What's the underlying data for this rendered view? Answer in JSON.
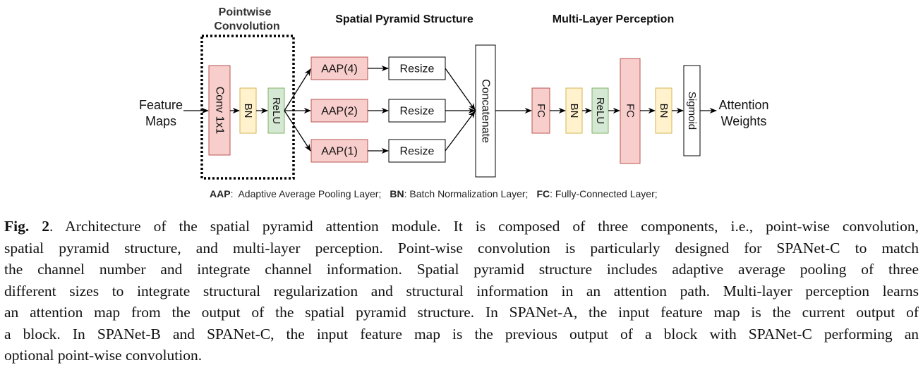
{
  "diagram": {
    "section_titles": {
      "pointwise_line1": "Pointwise",
      "pointwise_line2": "Convolution",
      "spatial_pyramid": "Spatial Pyramid Structure",
      "mlp": "Multi-Layer Perception"
    },
    "input_label": [
      "Feature",
      "Maps"
    ],
    "output_label": [
      "Attention",
      "Weights"
    ],
    "pointwise_blocks": [
      {
        "label": "Conv 1x1",
        "type": "conv"
      },
      {
        "label": "BN",
        "type": "bn"
      },
      {
        "label": "ReLU",
        "type": "relu"
      }
    ],
    "pyramid_branches": [
      {
        "pool": "AAP(4)",
        "resize": "Resize"
      },
      {
        "pool": "AAP(2)",
        "resize": "Resize"
      },
      {
        "pool": "AAP(1)",
        "resize": "Resize"
      }
    ],
    "concatenate": "Concatenate",
    "mlp_blocks": [
      {
        "label": "FC",
        "type": "fc"
      },
      {
        "label": "BN",
        "type": "bn"
      },
      {
        "label": "ReLU",
        "type": "relu"
      },
      {
        "label": "FC",
        "type": "fc"
      },
      {
        "label": "BN",
        "type": "bn"
      },
      {
        "label": "Sigmoid",
        "type": "sigmoid"
      }
    ],
    "legend": [
      {
        "abbr": "AAP",
        "sep": ":  ",
        "text": "Adaptive Average Pooling Layer;"
      },
      {
        "abbr": "BN",
        "sep": ": ",
        "text": "Batch Normalization Layer;"
      },
      {
        "abbr": "FC",
        "sep": ": ",
        "text": "Fully-Connected Layer;"
      }
    ],
    "colors": {
      "red_fill": "#f8cecc",
      "red_stroke": "#b85450",
      "yellow_fill": "#fff2cc",
      "yellow_stroke": "#d6b656",
      "green_fill": "#d5e8d4",
      "green_stroke": "#82b366",
      "white_fill": "#ffffff",
      "black_stroke": "#000000"
    }
  },
  "caption": {
    "label": "Fig. 2",
    "lines": [
      ". Architecture of the spatial pyramid attention module. It is composed of three components, i.e., point-wise convolution,",
      "spatial pyramid structure, and multi-layer perception. Point-wise convolution is particularly designed for SPANet-C to match",
      "the channel number and integrate channel information. Spatial pyramid structure includes adaptive average pooling of three",
      "different sizes to integrate structural regularization and structural information in an attention path. Multi-layer perception learns",
      "an attention map from the output of the spatial pyramid structure. In SPANet-A, the input feature map is the current output of",
      "a block. In SPANet-B and SPANet-C, the input feature map is the previous output of a block with SPANet-C performing an",
      "optional point-wise convolution."
    ]
  }
}
